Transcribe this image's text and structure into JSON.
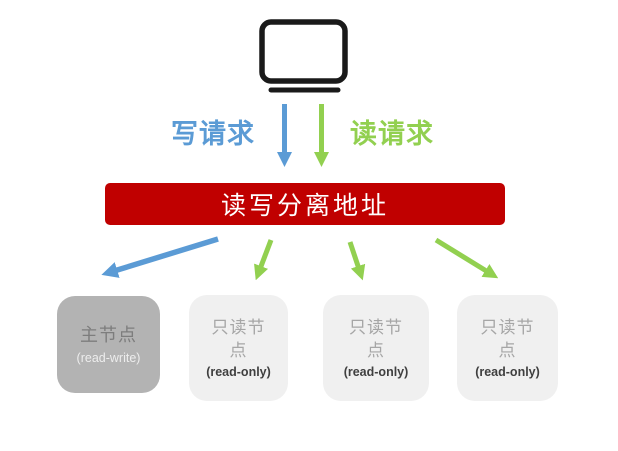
{
  "diagram": {
    "client_icon": "computer-monitor-icon",
    "labels": {
      "write_request": "写请求",
      "read_request": "读请求"
    },
    "router": {
      "label": "读写分离地址"
    },
    "nodes": [
      {
        "title": "主节点",
        "subtitle": "(read-write)",
        "role": "master"
      },
      {
        "title": "只读节点",
        "subtitle": "(read-only)",
        "role": "replica"
      },
      {
        "title": "只读节点",
        "subtitle": "(read-only)",
        "role": "replica"
      },
      {
        "title": "只读节点",
        "subtitle": "(read-only)",
        "role": "replica"
      }
    ]
  },
  "colors": {
    "blue": "#5B9BD5",
    "green": "#92D050",
    "red": "#C00000",
    "master-bg": "#B3B3B3",
    "replica-bg": "#F0F0F0",
    "master-text": "#7D7D7D",
    "replica-text": "#A6A6A6",
    "monitor": "#1A1A1A"
  }
}
